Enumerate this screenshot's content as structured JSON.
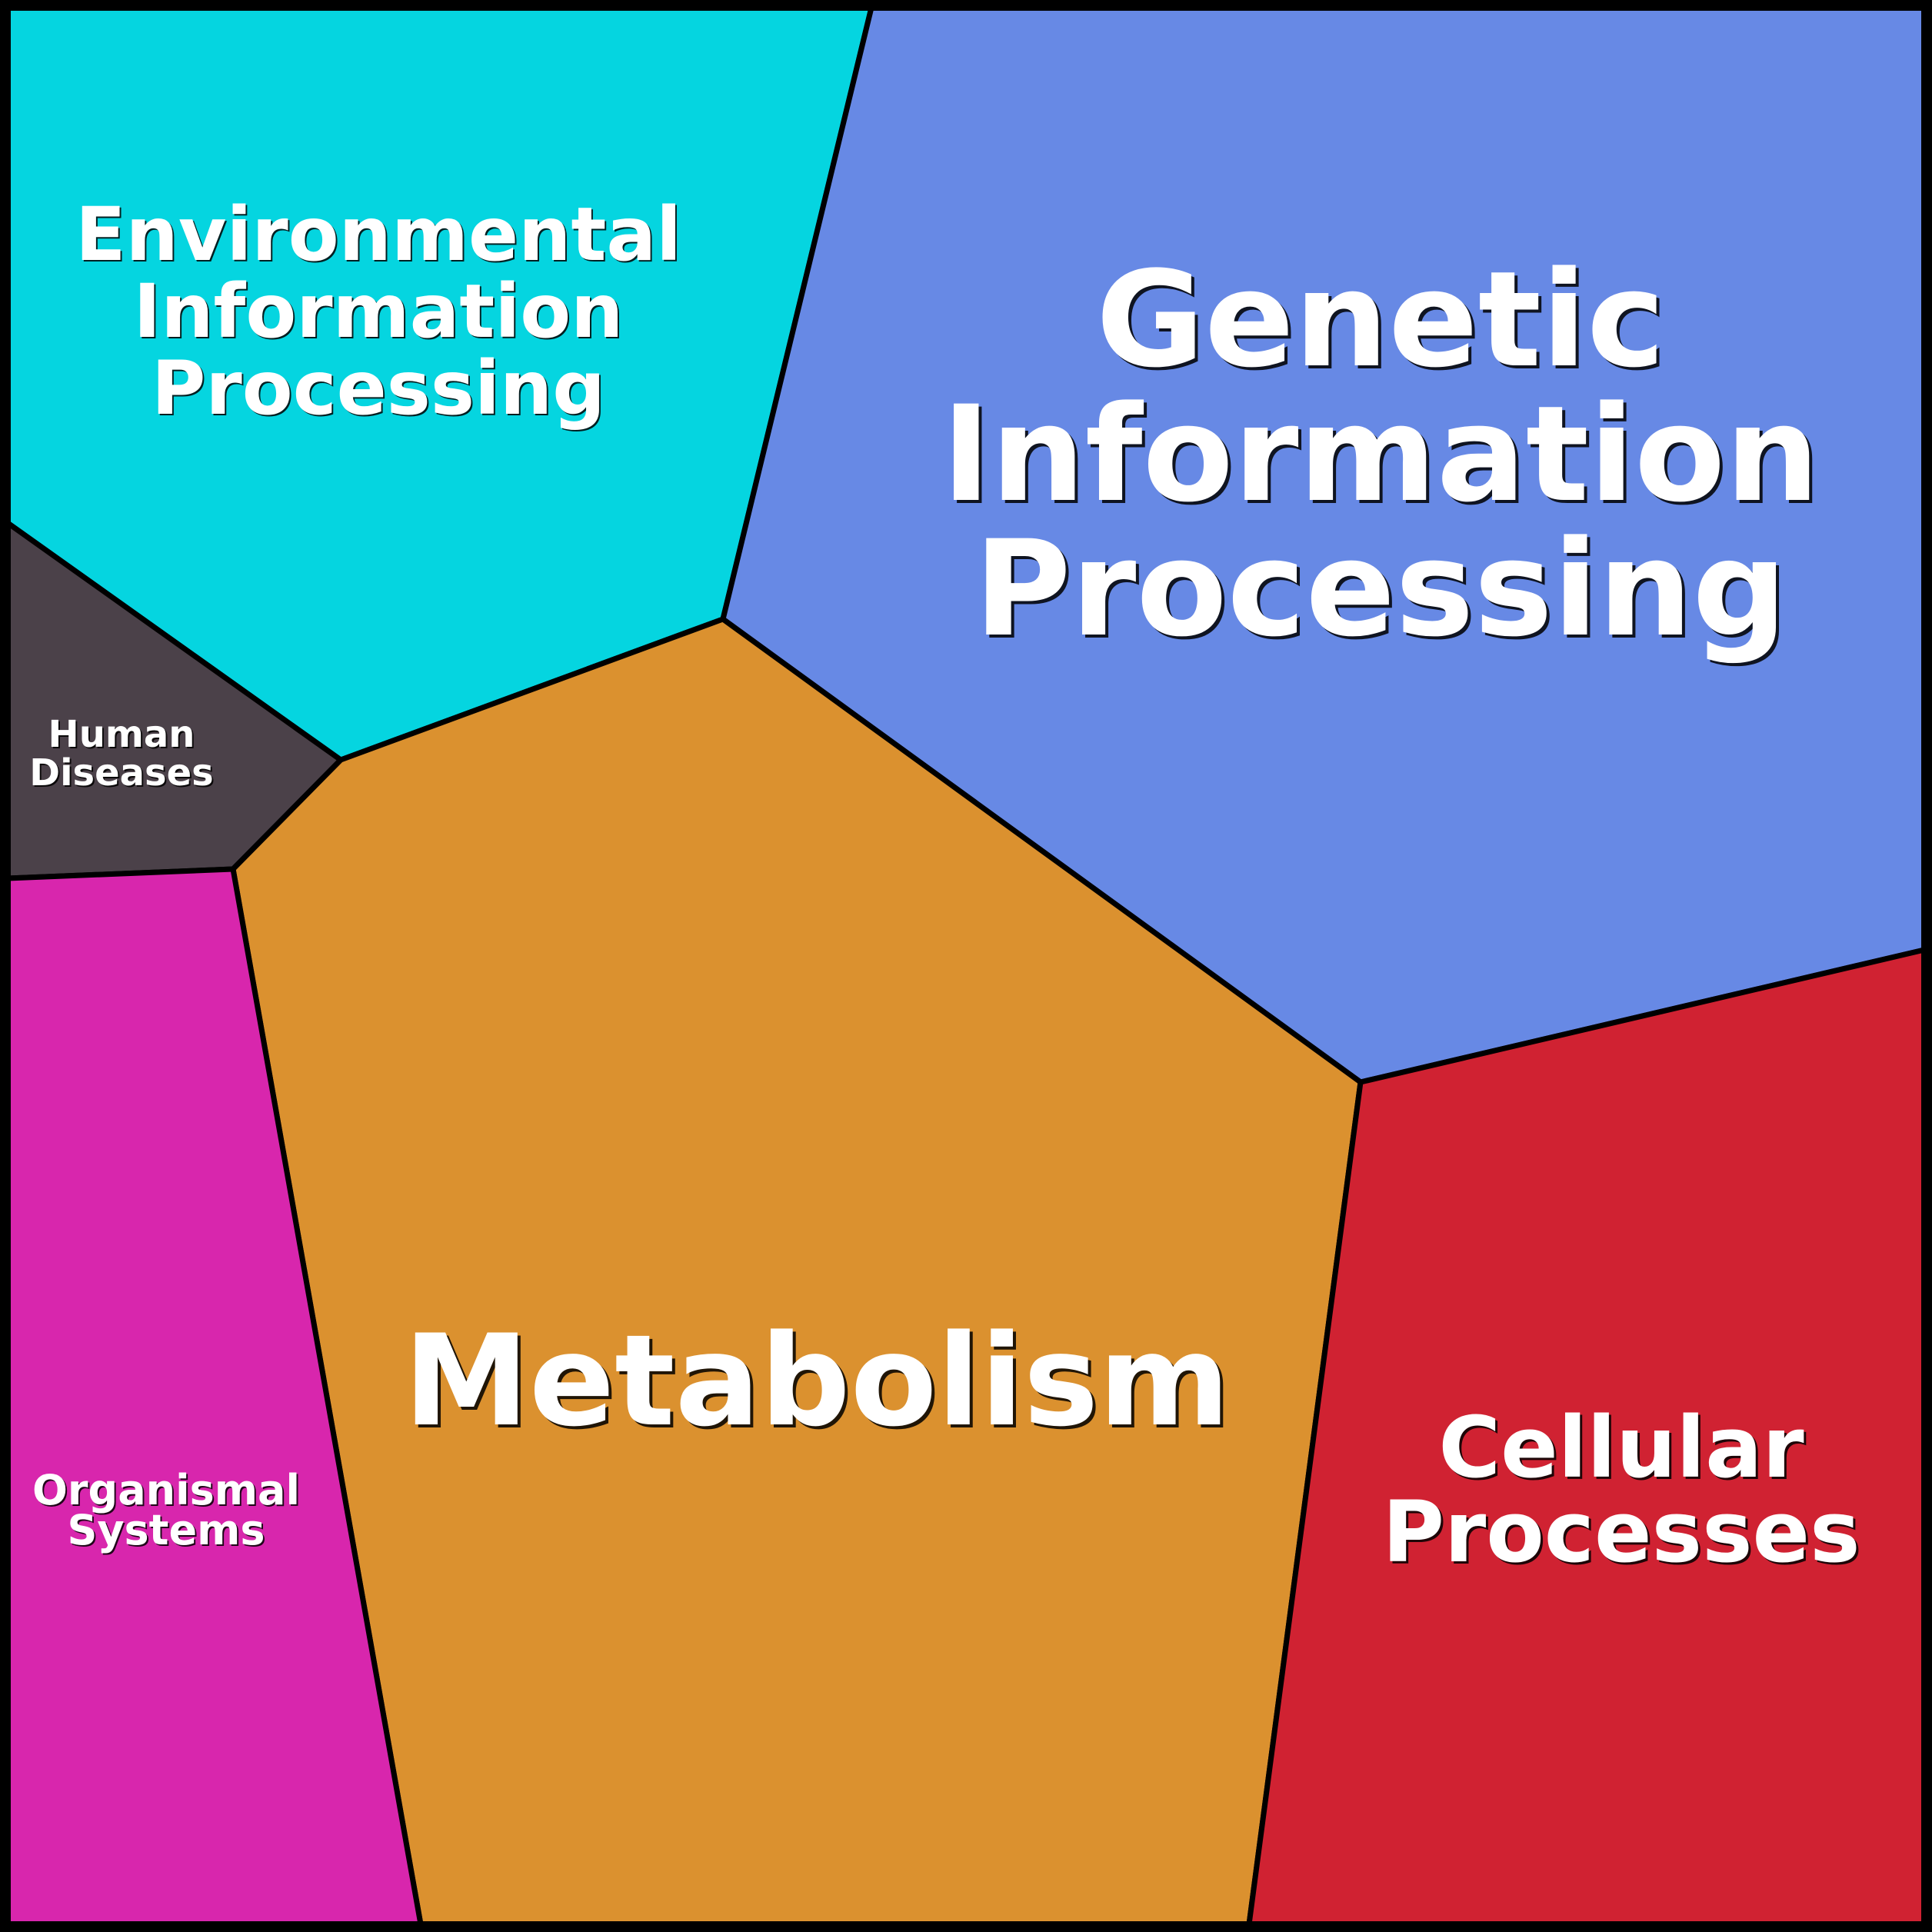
{
  "diagram": {
    "type": "voronoi-treemap",
    "cells": [
      {
        "id": "environmental-information-processing",
        "lines": [
          "Environmental",
          "Information",
          "Processing"
        ],
        "color": "#05d5e0"
      },
      {
        "id": "genetic-information-processing",
        "lines": [
          "Genetic",
          "Information",
          "Processing"
        ],
        "color": "#6789e5"
      },
      {
        "id": "human-diseases",
        "lines": [
          "Human",
          "Diseases"
        ],
        "color": "#4b4149"
      },
      {
        "id": "metabolism",
        "lines": [
          "Metabolism"
        ],
        "color": "#db912f"
      },
      {
        "id": "organismal-systems",
        "lines": [
          "Organismal",
          "Systems"
        ],
        "color": "#d826ad"
      },
      {
        "id": "cellular-processes",
        "lines": [
          "Cellular",
          "Processes"
        ],
        "color": "#d02232"
      }
    ],
    "border_color": "#000000",
    "label_color": "#ffffff"
  }
}
